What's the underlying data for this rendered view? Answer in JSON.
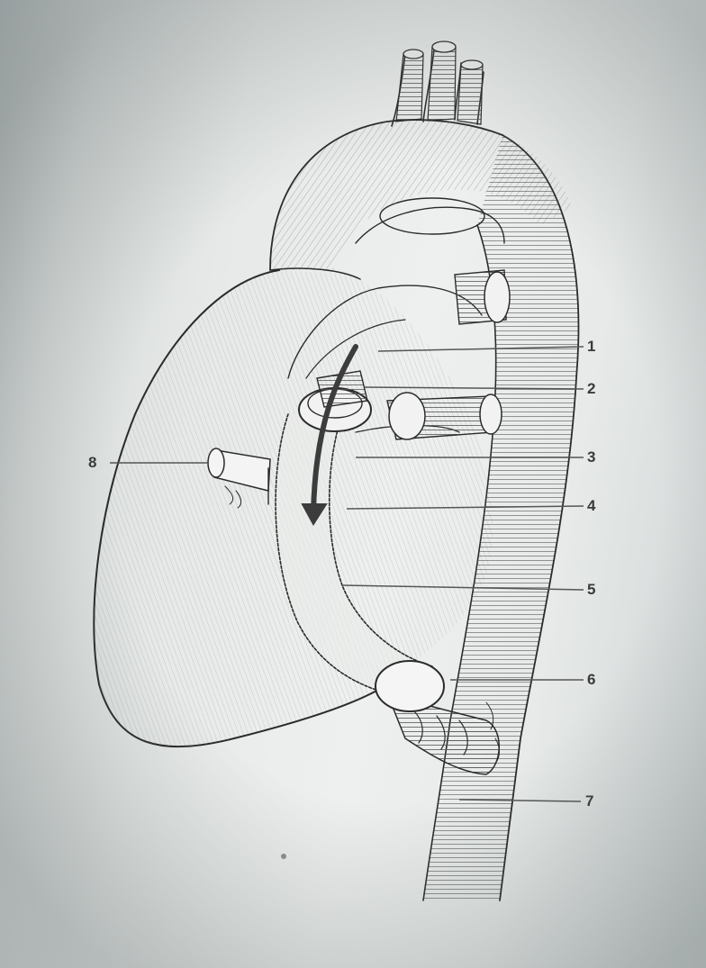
{
  "diagram": {
    "callouts": [
      {
        "id": "1",
        "label": "1"
      },
      {
        "id": "2",
        "label": "2"
      },
      {
        "id": "3",
        "label": "3"
      },
      {
        "id": "4",
        "label": "4"
      },
      {
        "id": "5",
        "label": "5"
      },
      {
        "id": "6",
        "label": "6"
      },
      {
        "id": "7",
        "label": "7"
      },
      {
        "id": "8",
        "label": "8"
      }
    ],
    "colors": {
      "ink": "#2b2b2b",
      "arrow": "#3c3c3c",
      "paper": "#eef0ef"
    }
  }
}
